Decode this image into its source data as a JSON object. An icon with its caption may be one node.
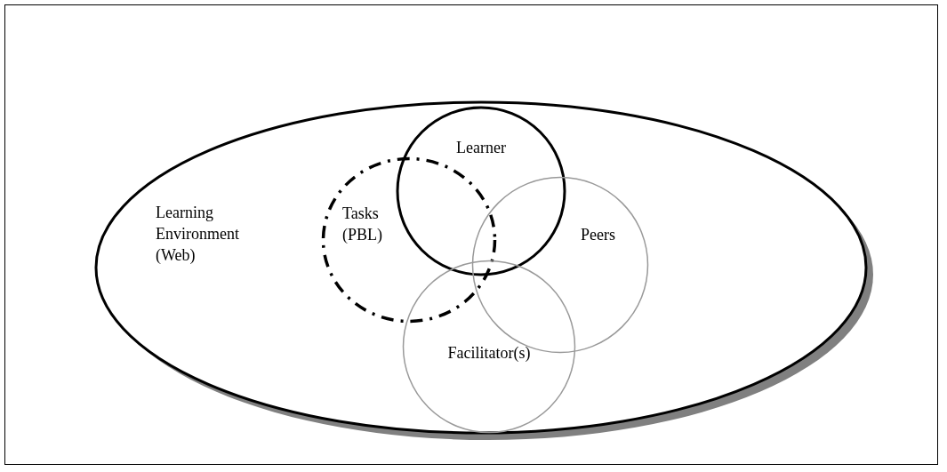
{
  "diagram": {
    "nodes": [
      {
        "text": [
          "Learning Environment (Web)"
        ]
      },
      {
        "text": [
          "Learner"
        ],
        "in": 0
      },
      {
        "text": [
          "Tasks (PBL)"
        ],
        "in": 0
      },
      {
        "text": [
          "Peers"
        ],
        "in": 0
      },
      {
        "text": [
          "Facilitator(s)"
        ],
        "in": 0
      }
    ]
  }
}
